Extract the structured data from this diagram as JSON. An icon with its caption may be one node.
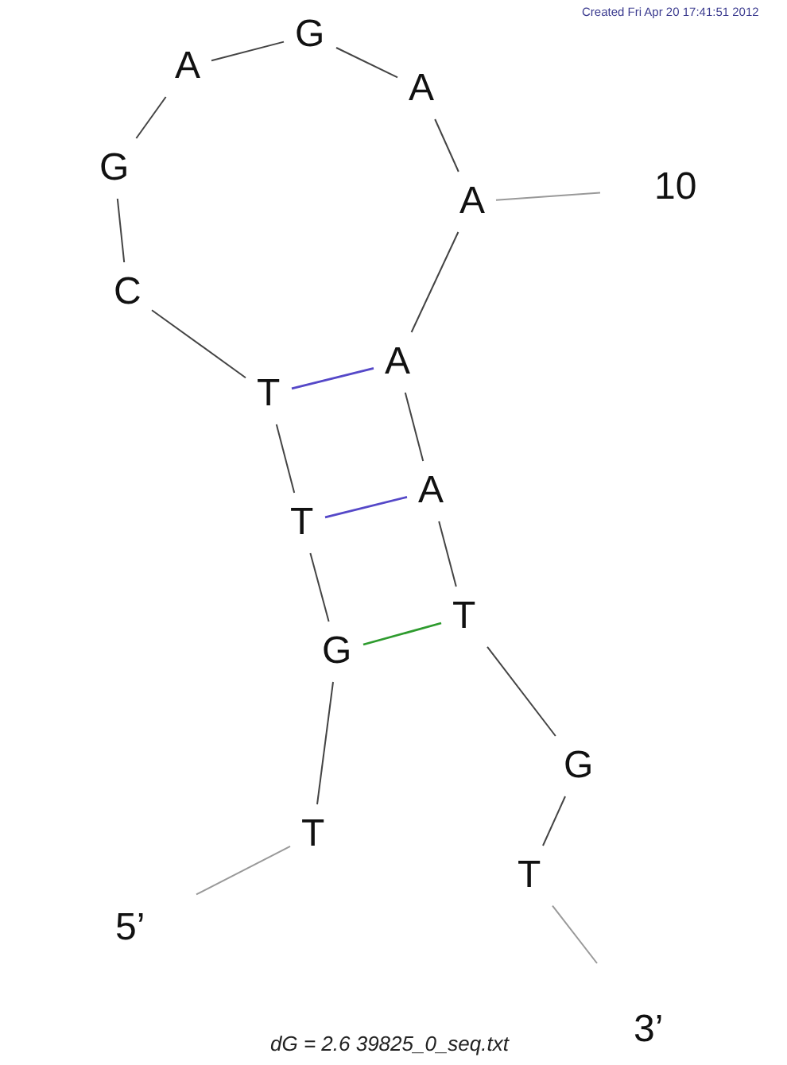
{
  "diagram": {
    "caption": "dG = 2.6 39825_0_seq.txt",
    "nodes": [
      {
        "text": [
          "5’"
        ]
      },
      {
        "text": [
          "T"
        ]
      },
      {
        "text": [
          "G"
        ]
      },
      {
        "text": [
          "T"
        ]
      },
      {
        "text": [
          "T"
        ]
      },
      {
        "text": [
          "C"
        ]
      },
      {
        "text": [
          "G"
        ]
      },
      {
        "text": [
          "A"
        ]
      },
      {
        "text": [
          "G"
        ]
      },
      {
        "text": [
          "A"
        ]
      },
      {
        "text": [
          "A"
        ]
      },
      {
        "text": [
          "A"
        ]
      },
      {
        "text": [
          "A"
        ]
      },
      {
        "text": [
          "T"
        ]
      },
      {
        "text": [
          "G"
        ]
      },
      {
        "text": [
          "T"
        ]
      },
      {
        "text": [
          "3’"
        ]
      },
      {
        "text": [
          "10"
        ]
      }
    ],
    "edges": [
      {
        "from": 0,
        "to": 1,
        "arrow": "none",
        "color": "#999999"
      },
      {
        "from": 1,
        "to": 2,
        "arrow": "none"
      },
      {
        "from": 2,
        "to": 3,
        "arrow": "none"
      },
      {
        "from": 3,
        "to": 4,
        "arrow": "none"
      },
      {
        "from": 4,
        "to": 5,
        "arrow": "none"
      },
      {
        "from": 5,
        "to": 6,
        "arrow": "none"
      },
      {
        "from": 6,
        "to": 7,
        "arrow": "none"
      },
      {
        "from": 7,
        "to": 8,
        "arrow": "none"
      },
      {
        "from": 8,
        "to": 9,
        "arrow": "none"
      },
      {
        "from": 9,
        "to": 10,
        "arrow": "none"
      },
      {
        "from": 10,
        "to": 11,
        "arrow": "none"
      },
      {
        "from": 11,
        "to": 12,
        "arrow": "none"
      },
      {
        "from": 12,
        "to": 13,
        "arrow": "none"
      },
      {
        "from": 13,
        "to": 14,
        "arrow": "none"
      },
      {
        "from": 14,
        "to": 15,
        "arrow": "none"
      },
      {
        "from": 15,
        "to": 16,
        "arrow": "none",
        "color": "#999999"
      },
      {
        "from": 4,
        "to": 11,
        "arrow": "none",
        "color": "#5548c8"
      },
      {
        "from": 3,
        "to": 12,
        "arrow": "none",
        "color": "#5548c8"
      },
      {
        "from": 2,
        "to": 13,
        "arrow": "none",
        "color": "#2e9b2e"
      },
      {
        "from": 17,
        "to": 10,
        "arrow": "none",
        "color": "#999999"
      }
    ],
    "labels": [
      "Created Fri Apr 20 17:41:51 2012"
    ]
  }
}
